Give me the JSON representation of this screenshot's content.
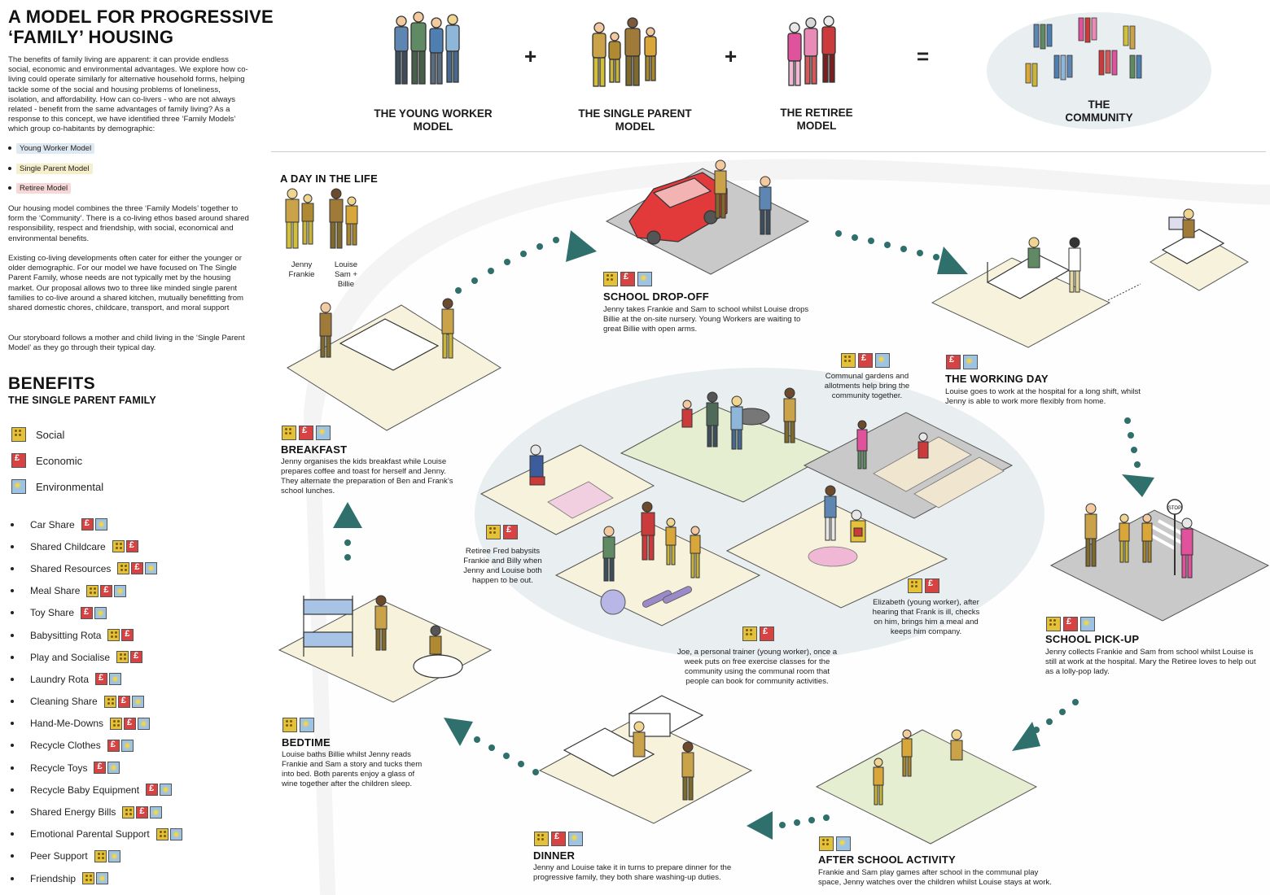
{
  "title": {
    "line1": "A MODEL FOR PROGRESSIVE",
    "line2": "‘FAMILY’ HOUSING"
  },
  "intro": {
    "p1": "The benefits of family living are apparent: it can provide endless social, economic and environmental advantages. We explore how co-living could operate similarly for alternative household forms, helping tackle some of the social and housing problems of loneliness, isolation, and affordability. How can co-livers - who are not always related - benefit from the same advantages of family living? As a response to this concept, we have identified three ‘Family Models’ which group co-habitants by demographic:",
    "models": [
      "Young Worker Model",
      "Single Parent Model",
      "Retiree Model"
    ],
    "p2": "Our housing model combines the three ‘Family Models’ together to form the ‘Community’. There is a co-living ethos based around shared responsibility, respect and friendship, with social, economical and environmental benefits.",
    "p3": "Existing co-living developments often cater for either the younger or older demographic. For our model we have focused on The Single Parent Family, whose needs are not typically met by the housing market. Our proposal allows two to three like minded single parent families to co-live around a shared kitchen, mutually benefitting from shared domestic chores, childcare, transport, and moral support",
    "p4": "Our storyboard follows a mother and child living in the ‘Single Parent Model’ as they go through their typical day."
  },
  "benefits": {
    "title": "BENEFITS",
    "subtitle": "THE SINGLE PARENT FAMILY",
    "legend": [
      {
        "key": "social",
        "label": "Social"
      },
      {
        "key": "economic",
        "label": "Economic"
      },
      {
        "key": "environmental",
        "label": "Environmental"
      }
    ],
    "items": [
      {
        "label": "Car Share",
        "icons": [
          "economic",
          "environmental"
        ]
      },
      {
        "label": "Shared Childcare",
        "icons": [
          "social",
          "economic"
        ]
      },
      {
        "label": "Shared Resources",
        "icons": [
          "social",
          "economic",
          "environmental"
        ]
      },
      {
        "label": "Meal Share",
        "icons": [
          "social",
          "economic",
          "environmental"
        ]
      },
      {
        "label": "Toy Share",
        "icons": [
          "economic",
          "environmental"
        ]
      },
      {
        "label": "Babysitting Rota",
        "icons": [
          "social",
          "economic"
        ]
      },
      {
        "label": "Play and Socialise",
        "icons": [
          "social",
          "economic"
        ]
      },
      {
        "label": "Laundry Rota",
        "icons": [
          "economic",
          "environmental"
        ]
      },
      {
        "label": "Cleaning Share",
        "icons": [
          "social",
          "economic",
          "environmental"
        ]
      },
      {
        "label": "Hand-Me-Downs",
        "icons": [
          "social",
          "economic",
          "environmental"
        ]
      },
      {
        "label": "Recycle Clothes",
        "icons": [
          "economic",
          "environmental"
        ]
      },
      {
        "label": "Recycle Toys",
        "icons": [
          "economic",
          "environmental"
        ]
      },
      {
        "label": "Recycle Baby Equipment",
        "icons": [
          "economic",
          "environmental"
        ]
      },
      {
        "label": "Shared Energy Bills",
        "icons": [
          "social",
          "economic",
          "environmental"
        ]
      },
      {
        "label": "Emotional Parental Support",
        "icons": [
          "social",
          "environmental"
        ]
      },
      {
        "label": "Peer Support",
        "icons": [
          "social",
          "environmental"
        ]
      },
      {
        "label": "Friendship",
        "icons": [
          "social",
          "environmental"
        ]
      }
    ]
  },
  "models": {
    "young_worker": "THE YOUNG WORKER MODEL",
    "single_parent": "THE SINGLE PARENT MODEL",
    "retiree": "THE RETIREE MODEL",
    "community": "THE COMMUNITY",
    "plus": "+",
    "equals": "="
  },
  "day": {
    "title": "A DAY IN THE LIFE",
    "names_left": "Jenny Frankie",
    "names_right": "Louise Sam + Billie"
  },
  "scenes": {
    "breakfast": {
      "title": "BREAKFAST",
      "text": "Jenny organises the kids breakfast while Louise prepares coffee and toast for herself and Jenny. They alternate the preparation of Ben and Frank’s school lunches."
    },
    "dropoff": {
      "title": "SCHOOL DROP-OFF",
      "text": "Jenny takes Frankie and Sam to school whilst Louise drops Billie at the on-site nursery. Young Workers are waiting to great Billie with open arms."
    },
    "working": {
      "title": "THE WORKING DAY",
      "text": "Louise goes to work at the hospital for a long shift, whilst Jenny is able to work more flexibly from home."
    },
    "pickup": {
      "title": "SCHOOL PICK-UP",
      "text": "Jenny collects Frankie and Sam from school whilst Louise is still at work at the hospital. Mary the Retiree loves to help out as a lolly-pop lady."
    },
    "afterschool": {
      "title": "AFTER SCHOOL ACTIVITY",
      "text": "Frankie and Sam play games after school in the communal play space, Jenny watches over the children whilst Louise stays at work."
    },
    "dinner": {
      "title": "DINNER",
      "text": "Jenny and Louise take it in turns to prepare dinner for the progressive family, they both share washing-up duties."
    },
    "bedtime": {
      "title": "BEDTIME",
      "text": "Louise baths Billie whilst Jenny reads Frankie and Sam a story and tucks them into bed. Both parents enjoy a glass of wine together after the children sleep."
    }
  },
  "community_notes": {
    "gardens": "Communal gardens and allotments help bring the community  together.",
    "babysit": "Retiree Fred babysits Frankie and Billy when Jenny and Louise both happen to be out.",
    "elizabeth": "Elizabeth (young worker), after hearing that Frank is ill, checks on him, brings him a meal and keeps him company.",
    "joe": "Joe, a personal trainer (young worker), once a week puts on free exercise classes for the community using the communal room that people can book for community activities."
  },
  "signs": {
    "stop": "STOP"
  },
  "colors": {
    "social": "#e3c23a",
    "economic": "#d74242",
    "environmental": "#9cc3e4",
    "arrow": "#2f6f6c",
    "floor": "#f6f2dc",
    "grass": "#e6eed2",
    "road": "#c9c9c9",
    "community_bg": "#e9eef0",
    "young_worker_tag": "#dfe9f2",
    "single_parent_tag": "#f6efcc",
    "retiree_tag": "#f7d8d8"
  }
}
